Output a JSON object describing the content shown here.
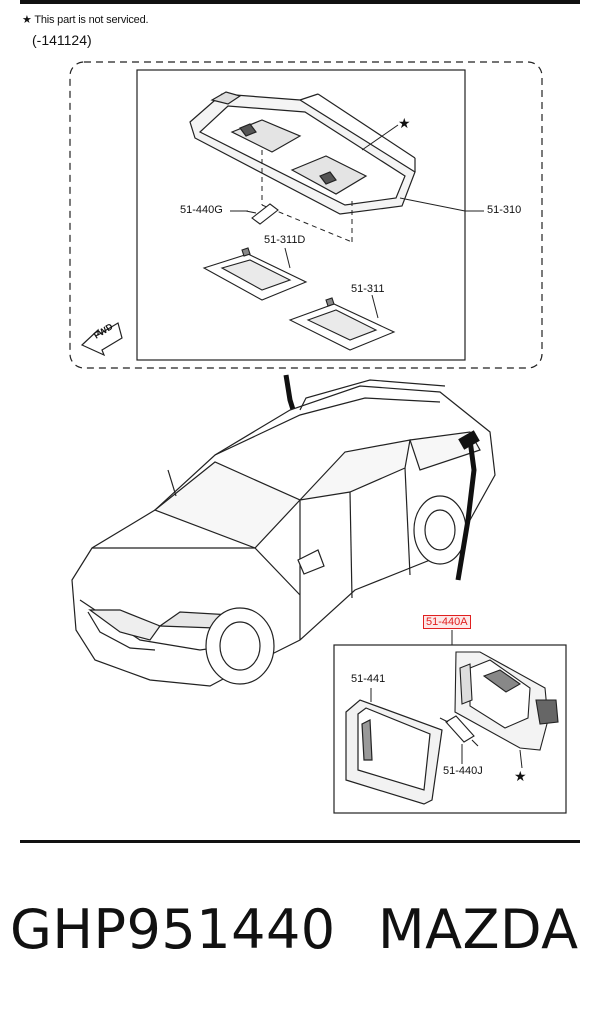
{
  "header": {
    "note_star": "★",
    "note_text": "This part is not serviced.",
    "date_code": "(-141124)"
  },
  "top_diagram": {
    "labels": {
      "bulb_g": "51-440G",
      "assembly": "51-310",
      "lens_d": "51-311D",
      "lens": "51-311",
      "star": "★",
      "fwd": "FWD"
    }
  },
  "bottom_diagram": {
    "labels": {
      "lamp": "51-440A",
      "lens": "51-441",
      "bulb_j": "51-440J",
      "star": "★"
    },
    "highlight_color": "#e02020"
  },
  "footer": {
    "part_number": "GHP951440",
    "brand": "MAZDA"
  }
}
